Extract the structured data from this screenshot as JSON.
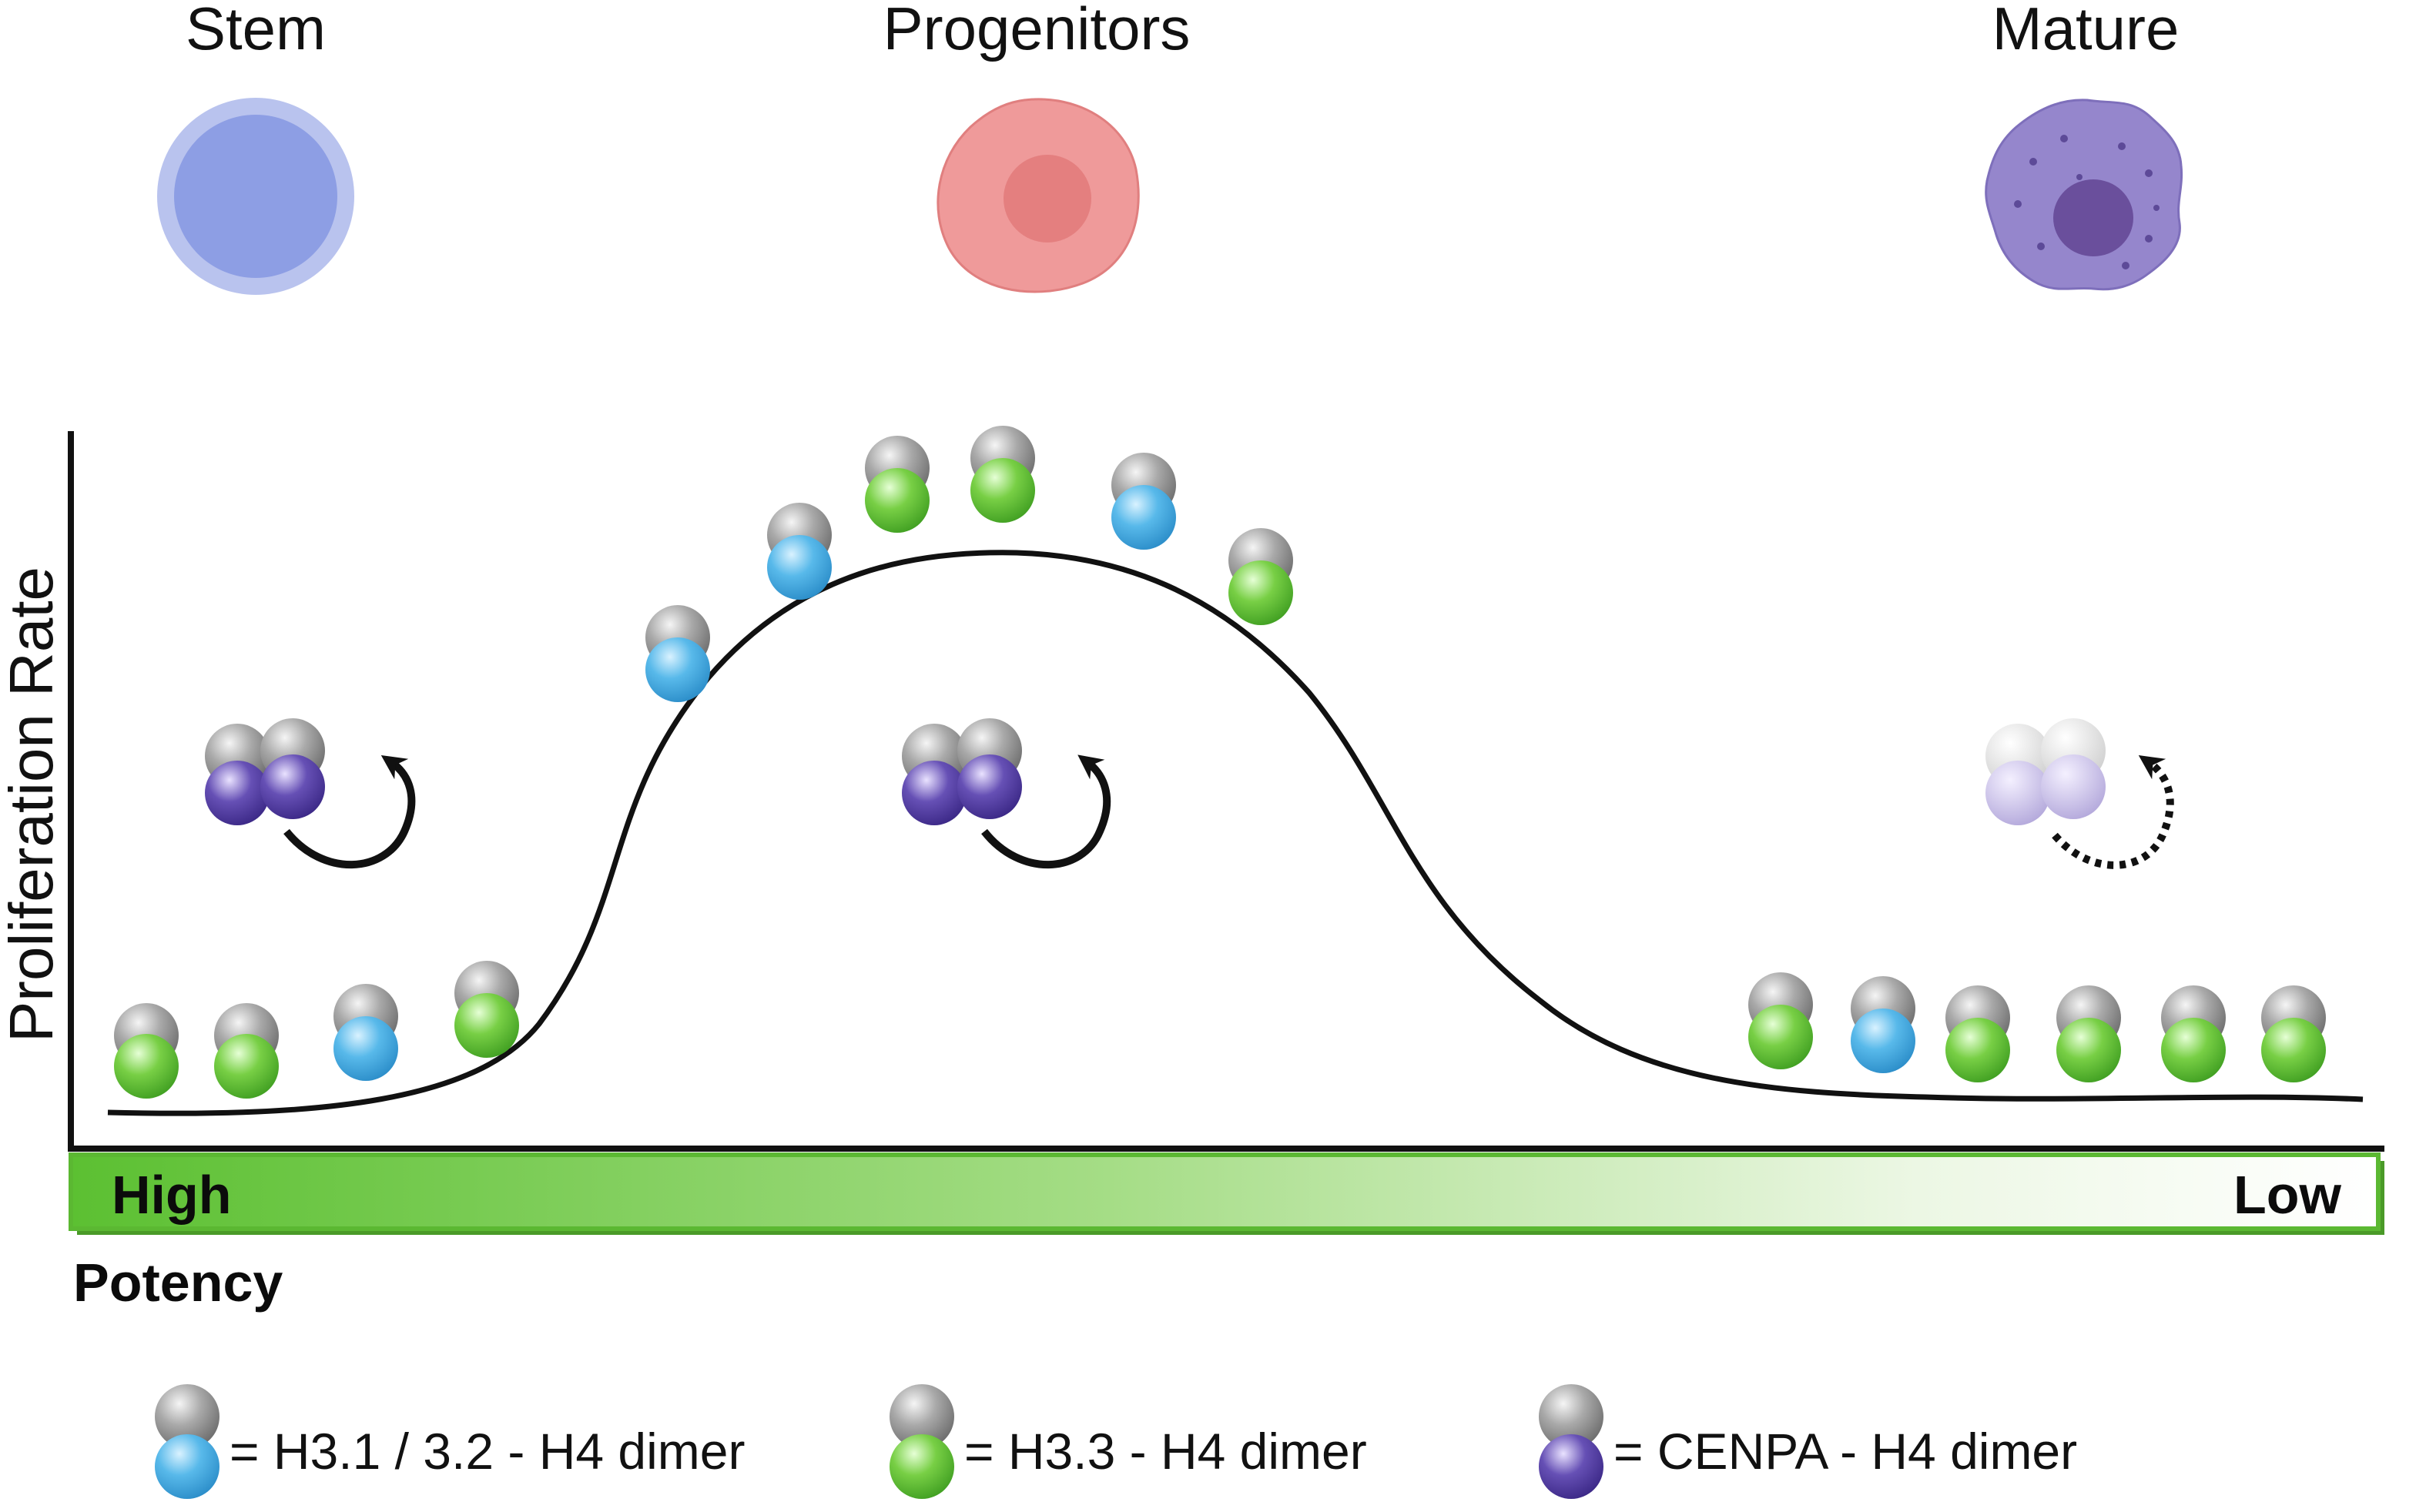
{
  "cells": {
    "stem": "Stem",
    "progenitors": "Progenitors",
    "mature": "Mature"
  },
  "axis": {
    "y_label": "Proliferation Rate",
    "potency_label": "Potency",
    "potency_high": "High",
    "potency_low": "Low"
  },
  "legend": {
    "h31": "= H3.1 / 3.2 - H4 dimer",
    "h33": "= H3.3 - H4 dimer",
    "cenpa": "= CENPA - H4 dimer"
  },
  "colors": {
    "h31": "#4fb3e6",
    "h33": "#6ccb3c",
    "cenpa": "#5b45a8",
    "h4": "#8c8c8c",
    "stem_cell": "#8fa0e3",
    "progenitor_cell": "#ee9393",
    "mature_cell": "#9384c9",
    "potency_bar": "#6cc13f"
  }
}
